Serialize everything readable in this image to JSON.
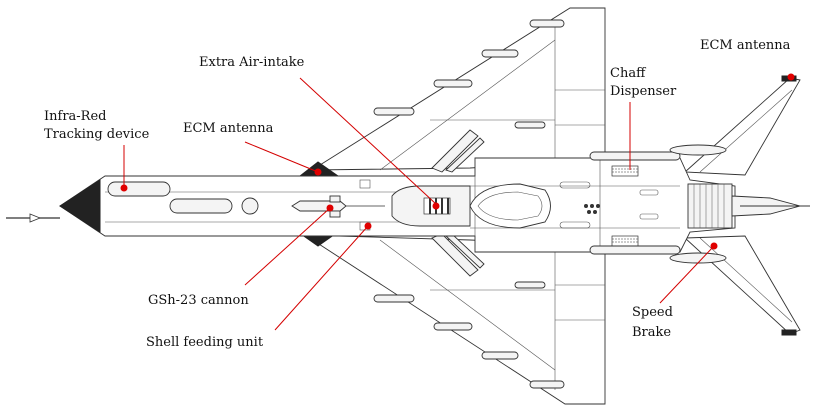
{
  "diagram": {
    "labels": {
      "infra_red_1": "Infra-Red",
      "infra_red_2": "Tracking device",
      "ecm_antenna_nose": "ECM antenna",
      "extra_air_intake": "Extra Air-intake",
      "chaff_1": "Chaff",
      "chaff_2": "Dispenser",
      "ecm_antenna_tail": "ECM antenna",
      "gsh23": "GSh-23 cannon",
      "shell_feeding": "Shell feeding unit",
      "speed_1": "Speed",
      "speed_2": "Brake"
    },
    "colors": {
      "leader": "#d40000",
      "marker": "#e00000",
      "outline": "#333333"
    }
  }
}
